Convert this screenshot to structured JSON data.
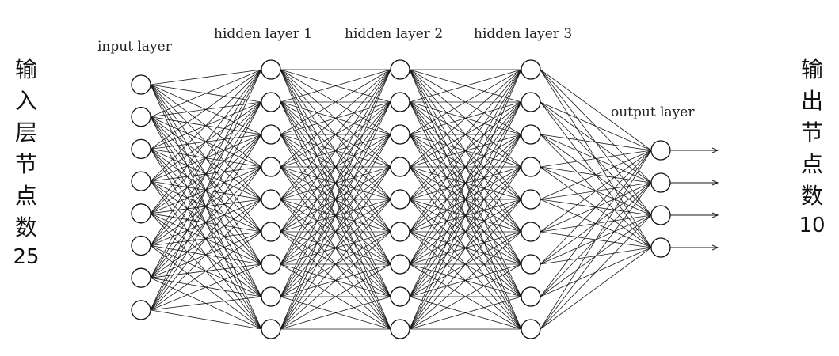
{
  "layers": [
    {
      "title": "input layer",
      "nodes": 8
    },
    {
      "title": "hidden layer 1",
      "nodes": 9
    },
    {
      "title": "hidden layer 2",
      "nodes": 9
    },
    {
      "title": "hidden layer 3",
      "nodes": 9
    },
    {
      "title": "output layer",
      "nodes": 4
    }
  ],
  "left_annotation": {
    "chars": [
      "输",
      "入",
      "层",
      "节",
      "点",
      "数"
    ],
    "number": "25"
  },
  "right_annotation": {
    "chars": [
      "输",
      "出",
      "节",
      "点",
      "数"
    ],
    "number": "10"
  },
  "colors": {
    "line": "#1a1a1a",
    "node_fill": "#ffffff",
    "node_stroke": "#111111"
  }
}
